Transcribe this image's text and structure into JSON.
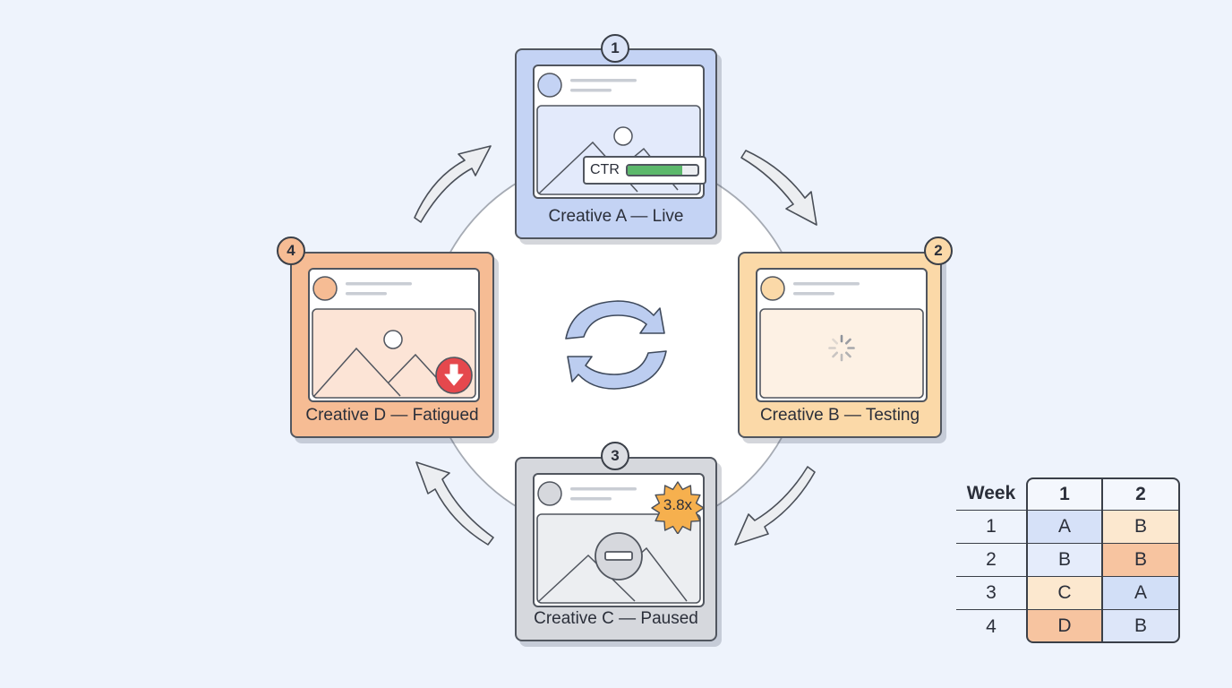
{
  "colors": {
    "background": "#eef3fc",
    "live_blue": "#c4d3f4",
    "testing_amber": "#fbd9a8",
    "paused_gray": "#d6d8dd",
    "fatigued_orange": "#f6bc94",
    "ctr_green": "#5cb86b",
    "alert_red": "#e5484d"
  },
  "cards": {
    "a": {
      "number": "1",
      "caption": "Creative A — Live",
      "ctr_label": "CTR",
      "ctr_level": 0.78
    },
    "b": {
      "number": "2",
      "caption": "Creative B — Testing"
    },
    "c": {
      "number": "3",
      "caption": "Creative C — Paused",
      "burst_label": "3.8x"
    },
    "d": {
      "number": "4",
      "caption": "Creative D — Fatigued"
    }
  },
  "icons": [
    "refresh-cycle-icon",
    "ctr-progress-icon",
    "loading-spinner-icon",
    "pause-icon",
    "down-arrow-alert-icon",
    "frequency-burst-icon",
    "landscape-image-icon",
    "avatar-icon"
  ],
  "rotation_table": {
    "headers": [
      "Week",
      "1",
      "2"
    ],
    "rows": [
      {
        "week": "1",
        "c1": "A",
        "c2": "B",
        "c1_color": "#d6e1f8",
        "c2_color": "#fce8cf"
      },
      {
        "week": "2",
        "c1": "B",
        "c2": "B",
        "c1_color": "#e5ecfb",
        "c2_color": "#f7c4a0"
      },
      {
        "week": "3",
        "c1": "C",
        "c2": "A",
        "c1_color": "#fce8cf",
        "c2_color": "#d2dff7"
      },
      {
        "week": "4",
        "c1": "D",
        "c2": "B",
        "c1_color": "#f7c4a0",
        "c2_color": "#dde6f9"
      }
    ]
  }
}
